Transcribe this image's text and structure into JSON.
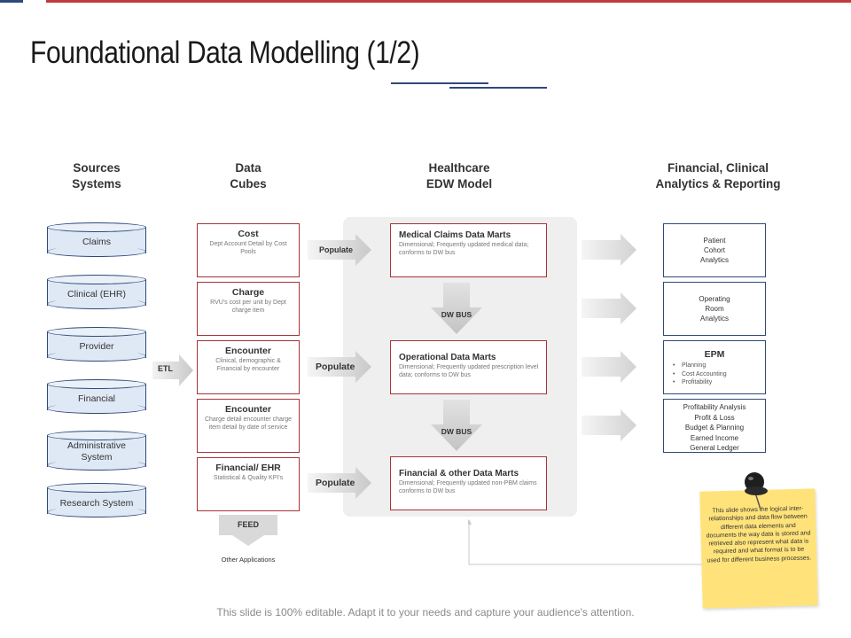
{
  "title": "Foundational Data Modelling (1/2)",
  "colors": {
    "accent_red": "#a83237",
    "accent_blue": "#2e4a7a",
    "note_yellow": "#ffe37a",
    "panel_gray": "#efefef"
  },
  "columns": {
    "sources": "Sources\nSystems",
    "cubes": "Data\nCubes",
    "edw": "Healthcare\nEDW Model",
    "reporting": "Financial, Clinical\nAnalytics  & Reporting"
  },
  "sources": [
    {
      "label": "Claims"
    },
    {
      "label": "Clinical (EHR)"
    },
    {
      "label": "Provider"
    },
    {
      "label": "Financial"
    },
    {
      "label": "Administrative\nSystem"
    },
    {
      "label": "Research System"
    }
  ],
  "etl_label": "ETL",
  "cubes": [
    {
      "title": "Cost",
      "desc": "Dept Account Detail by Cost Pools"
    },
    {
      "title": "Charge",
      "desc": "RVU's cost per unit by Dept charge item"
    },
    {
      "title": "Encounter",
      "desc": "Clinical, demographic & Financial by encounter"
    },
    {
      "title": "Encounter",
      "desc": "Charge detail encounter charge item detail by date of service"
    },
    {
      "title": "Financial/ EHR",
      "desc": "Statistical & Quality KPI's"
    }
  ],
  "feed_label": "FEED",
  "other_apps_label": "Other Applications",
  "populate_labels": [
    "Populate",
    "Populate",
    "Populate"
  ],
  "marts": [
    {
      "title": "Medical Claims Data Marts",
      "desc": "Dimensional; Frequently updated medical data; conforms to DW bus"
    },
    {
      "title": "Operational Data Marts",
      "desc": "Dimensional; Frequently updated prescription level data; conforms to DW bus"
    },
    {
      "title": "Financial & other Data Marts",
      "desc": "Dimensional; Frequently updated non-PBM claims conforms to DW bus"
    }
  ],
  "dw_bus_labels": [
    "DW BUS",
    "DW BUS"
  ],
  "reports": {
    "patient": "Patient\nCohort\nAnalytics",
    "operating": "Operating\nRoom\nAnalytics",
    "epm_title": "EPM",
    "epm_items": [
      "Planning",
      "Cost Accounting",
      "Profitability"
    ],
    "financial": "Profitability Analysis\nProfit & Loss\nBudget & Planning\nEarned Income\nGeneral Ledger"
  },
  "note_text": "This slide shows the logical inter-relationships and data flow between different data elements and documents the way data is stored and retrieved also represent what data is required and what format is to be used for different business processes.",
  "footer": "This slide is 100% editable. Adapt it to your needs and capture your audience's attention."
}
